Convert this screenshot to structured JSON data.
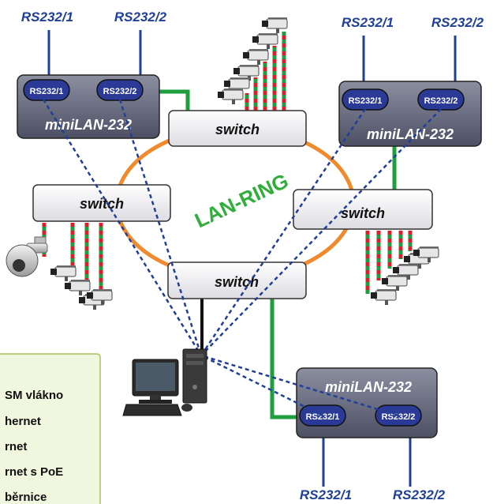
{
  "ring_label": "LAN-RING",
  "devices": [
    {
      "name": "miniLAN-232",
      "port1": "RS232/1",
      "port2": "RS232/2",
      "out1": "RS232/1",
      "out2": "RS232/2"
    },
    {
      "name": "miniLAN-232",
      "port1": "RS232/1",
      "port2": "RS232/2",
      "out1": "RS232/1",
      "out2": "RS232/2"
    },
    {
      "name": "miniLAN-232",
      "port1": "RS232/1",
      "port2": "RS232/2",
      "out1": "RS232/1",
      "out2": "RS232/2"
    }
  ],
  "switches": [
    "switch",
    "switch",
    "switch",
    "switch"
  ],
  "legend": [
    "SM vlákno",
    "hernet",
    "rnet",
    "rnet s PoE",
    "běrnice"
  ],
  "colors": {
    "ring": "#f08a2c",
    "fiber": "#1e9e3c",
    "poe": "#d9202a",
    "serial": "#1f3f99",
    "dashed": "#1f3f99",
    "device": "#5b5f74",
    "port": "#2a3a96",
    "legend_bg": "#f1f6df",
    "legend_border": "#a7c15c"
  }
}
